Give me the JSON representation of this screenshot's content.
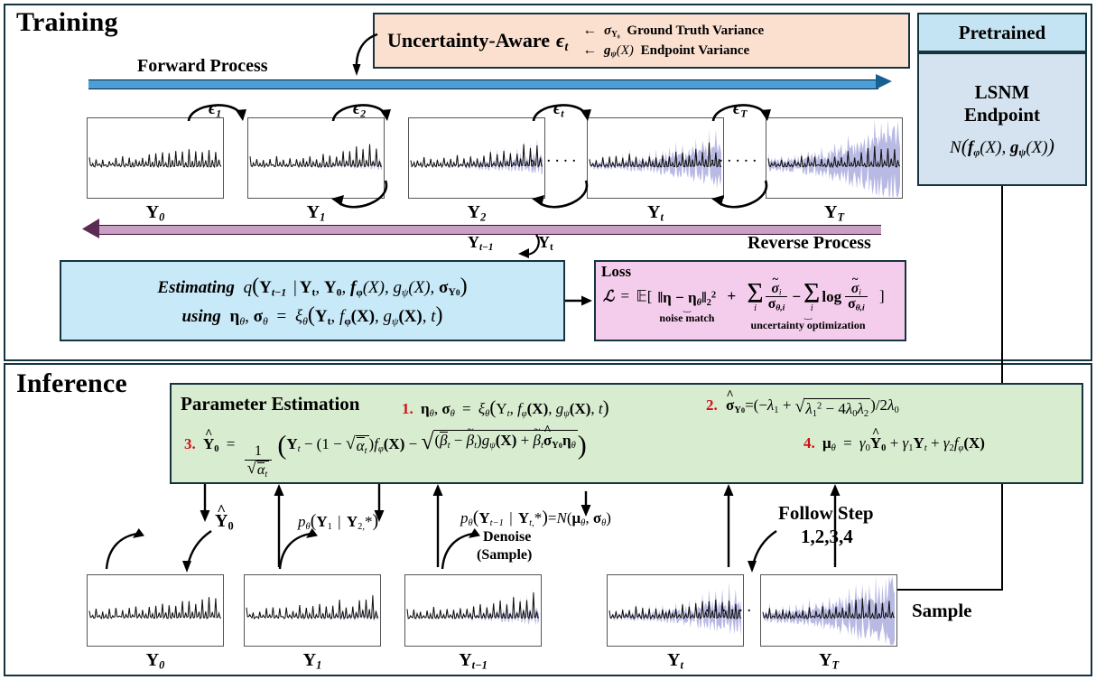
{
  "sections": {
    "training": {
      "title": "Training"
    },
    "inference": {
      "title": "Inference"
    }
  },
  "training": {
    "forward_process_label": "Forward Process",
    "reverse_process_label": "Reverse Process",
    "uncertainty_box": {
      "main": "Uncertainty-Aware",
      "epsilon": "ϵ",
      "epsilon_sub": "t",
      "line1_arrow": "←",
      "line1_sym": "σ",
      "line1_sym_sub": "Y₀",
      "line1_text": "Ground Truth Variance",
      "line2_arrow": "←",
      "line2_sym": "g",
      "line2_sym_sub": "ψ",
      "line2_arg": "(X)",
      "line2_text": "Endpoint Variance"
    },
    "pretrained_box": {
      "title": "Pretrained",
      "name_line1": "LSNM",
      "name_line2": "Endpoint",
      "distribution": "N(fϕ(X), gψ(X))"
    },
    "tilde_symbol": "~",
    "noise_labels": [
      {
        "sym": "ϵ",
        "sub": "1"
      },
      {
        "sym": "ϵ",
        "sub": "2"
      },
      {
        "sym": "ϵ",
        "sub": "t"
      },
      {
        "sym": "ϵ",
        "sub": "T"
      }
    ],
    "panels": [
      {
        "label_main": "Y",
        "label_sub": "0",
        "noise": 0.0
      },
      {
        "label_main": "Y",
        "label_sub": "1",
        "noise": 0.1
      },
      {
        "label_main": "Y",
        "label_sub": "2",
        "noise": 0.22
      },
      {
        "label_main": "Y",
        "label_sub": "t",
        "noise": 0.55
      },
      {
        "label_main": "Y",
        "label_sub": "T",
        "noise": 1.0
      }
    ],
    "ellipsis": "······",
    "reverse_mid_left": "Y",
    "reverse_mid_left_sub": "t−1",
    "reverse_mid_right": "Y",
    "reverse_mid_right_sub": "t",
    "estimating_box": {
      "line1_word": "Estimating",
      "line1_q": "q",
      "line1_args": "(Y t−1 | Y t, Y 0, fϕ(X), gψ(X), σ Y0)",
      "line2_word": "using",
      "line2_lhs": "ηθ, σθ =",
      "line2_rhs": "ξθ(Y t, fϕ(X), gψ(X), t)"
    },
    "loss_box": {
      "title": "Loss",
      "lhs": "ℒ = 𝔼[",
      "term1": "‖η − ηθ‖²₂",
      "term1_label": "noise match",
      "plus": "+",
      "minus": "−",
      "log": "log",
      "sum_index": "i",
      "num1": "σ̃",
      "num1_sub": "i",
      "den1": "σ",
      "den1_sub": "θ,i",
      "rbracket": "]",
      "term2_label": "uncertainty optimization"
    }
  },
  "inference": {
    "param_box": {
      "title": "Parameter Estimation",
      "step1_num": "1.",
      "step1": "ηθ, σθ = ξθ(Y t, fϕ(X), gψ(X), t)",
      "step2_num": "2.",
      "step2": "σ̂ Y0 = (−λ₁ + √(λ₁² − 4λ₀λ₂)) / 2λ₀",
      "step3_num": "3.",
      "step3": "Ŷ₀ = (1/√ᾱ t)(Y t − (1 − √ᾱ t) fϕ(X) − √((β̄ t − β̃ t) gψ(X) + β̃ t σ̂ Y0 ηθ))",
      "step4_num": "4.",
      "step4": "μθ = γ₀Ŷ₀ + γ₁Y t + γ₂ fϕ(X)"
    },
    "annotations": {
      "yhat0": "Ŷ₀",
      "p_theta_y1": "pθ(Y₁ | Y₂,*)",
      "p_theta_yt": "pθ(Y t−1 | Y t,*) = N(μθ, σθ)",
      "denoise_line1": "Denoise",
      "denoise_line2": "(Sample)",
      "follow_line1": "Follow Step",
      "follow_line2": "1,2,3,4",
      "sample": "Sample"
    },
    "panels": [
      {
        "label_main": "Y",
        "label_sub": "0",
        "noise": 0.0
      },
      {
        "label_main": "Y",
        "label_sub": "1",
        "noise": 0.1
      },
      {
        "label_main": "Y",
        "label_sub": "t−1",
        "noise": 0.2
      },
      {
        "label_main": "Y",
        "label_sub": "t",
        "noise": 0.55
      },
      {
        "label_main": "Y",
        "label_sub": "T",
        "noise": 1.0
      }
    ],
    "ellipsis": "······"
  },
  "colors": {
    "frame": "#16343f",
    "uncertainty_box_bg": "#fbe0d0",
    "pretrained_bg": "#c5e4f3",
    "lsnm_bg": "#d5e3f0",
    "estimating_bg": "#c8e9f8",
    "loss_bg": "#f5cdec",
    "param_bg": "#d8ecd0",
    "forward_bar": "#4a9fd8",
    "reverse_bar": "#c9a0c4",
    "step_number": "#d01217",
    "series_line": "#111111",
    "uncertainty_band": "#8e8fd4"
  }
}
